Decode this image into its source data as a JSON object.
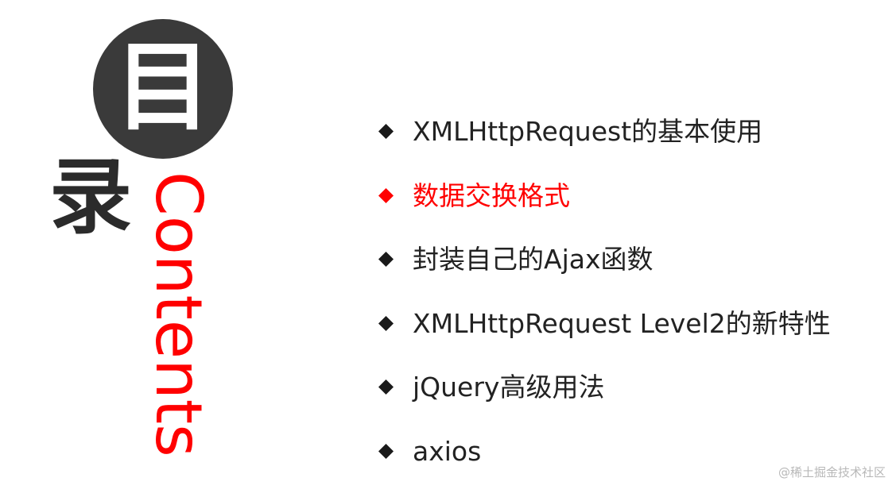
{
  "heading": {
    "char_top": "目",
    "char_bottom": "录",
    "vertical_word": "Contents"
  },
  "menu": {
    "items": [
      {
        "label": "XMLHttpRequest的基本使用",
        "active": false
      },
      {
        "label": "数据交换格式",
        "active": true
      },
      {
        "label": "封装自己的Ajax函数",
        "active": false
      },
      {
        "label": "XMLHttpRequest Level2的新特性",
        "active": false
      },
      {
        "label": "jQuery高级用法",
        "active": false
      },
      {
        "label": "axios",
        "active": false
      }
    ]
  },
  "watermark": "@稀土掘金技术社区",
  "colors": {
    "accent": "#ff0000",
    "text": "#222222",
    "circle": "#3a3a3a",
    "diamond": "#1a1a1a"
  }
}
